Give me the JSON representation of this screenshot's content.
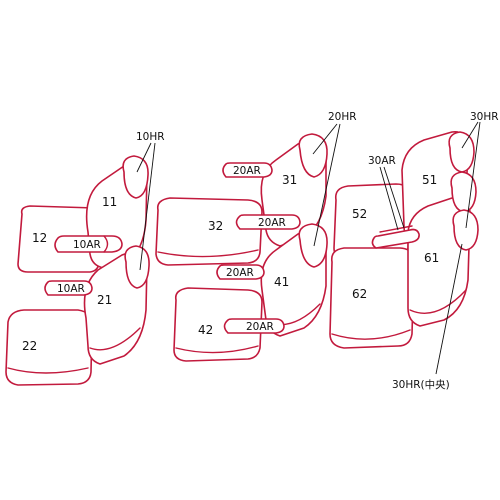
{
  "diagram": {
    "stroke_color": "#c21a3d",
    "text_color": "#111111",
    "row1": {
      "headrest_label": "10HR",
      "back_label": "11",
      "cushion_label": "12",
      "armrest_label": "10AR"
    },
    "row2_front": {
      "armrest_label": "10AR",
      "back_label": "21",
      "cushion_label": "22"
    },
    "row3": {
      "headrest_label": "20HR",
      "armrest_top_label": "20AR",
      "back_label": "31",
      "cushion_label": "32",
      "armrest_mid_label": "20AR"
    },
    "row4": {
      "armrest_top_label": "20AR",
      "back_label": "41",
      "cushion_label": "42",
      "armrest_bottom_label": "20AR"
    },
    "row5": {
      "headrest_label": "30HR",
      "armrest_label": "30AR",
      "back_label": "51",
      "cushion_label": "52",
      "back2_label": "61",
      "cushion2_label": "62",
      "center_headrest_label": "30HR(中央)"
    }
  }
}
